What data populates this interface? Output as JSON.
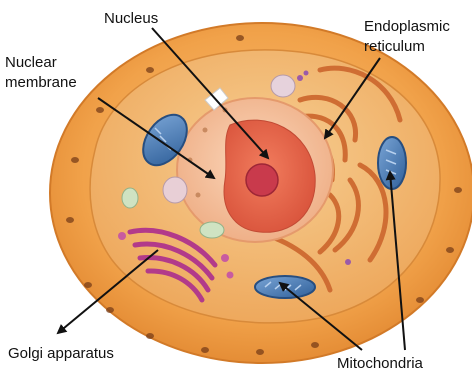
{
  "labels": {
    "nucleus": "Nucleus",
    "nuclear_membrane_1": "Nuclear",
    "nuclear_membrane_2": "membrane",
    "er_1": "Endoplasmic",
    "er_2": "reticulum",
    "golgi": "Golgi apparatus",
    "mitochondria": "Mitochondria"
  },
  "colors": {
    "cell_outer": "#f2a23e",
    "cell_inner": "#f6b868",
    "cytoplasm": "#f3c27e",
    "nucleus_envelope": "#f5c6a4",
    "nucleus_inside": "#e8684a",
    "nucleolus": "#c83a4a",
    "golgi": "#b23a8a",
    "mitochondria": "#4d7fb8",
    "er": "#d97a3a",
    "arrow": "#111111"
  }
}
